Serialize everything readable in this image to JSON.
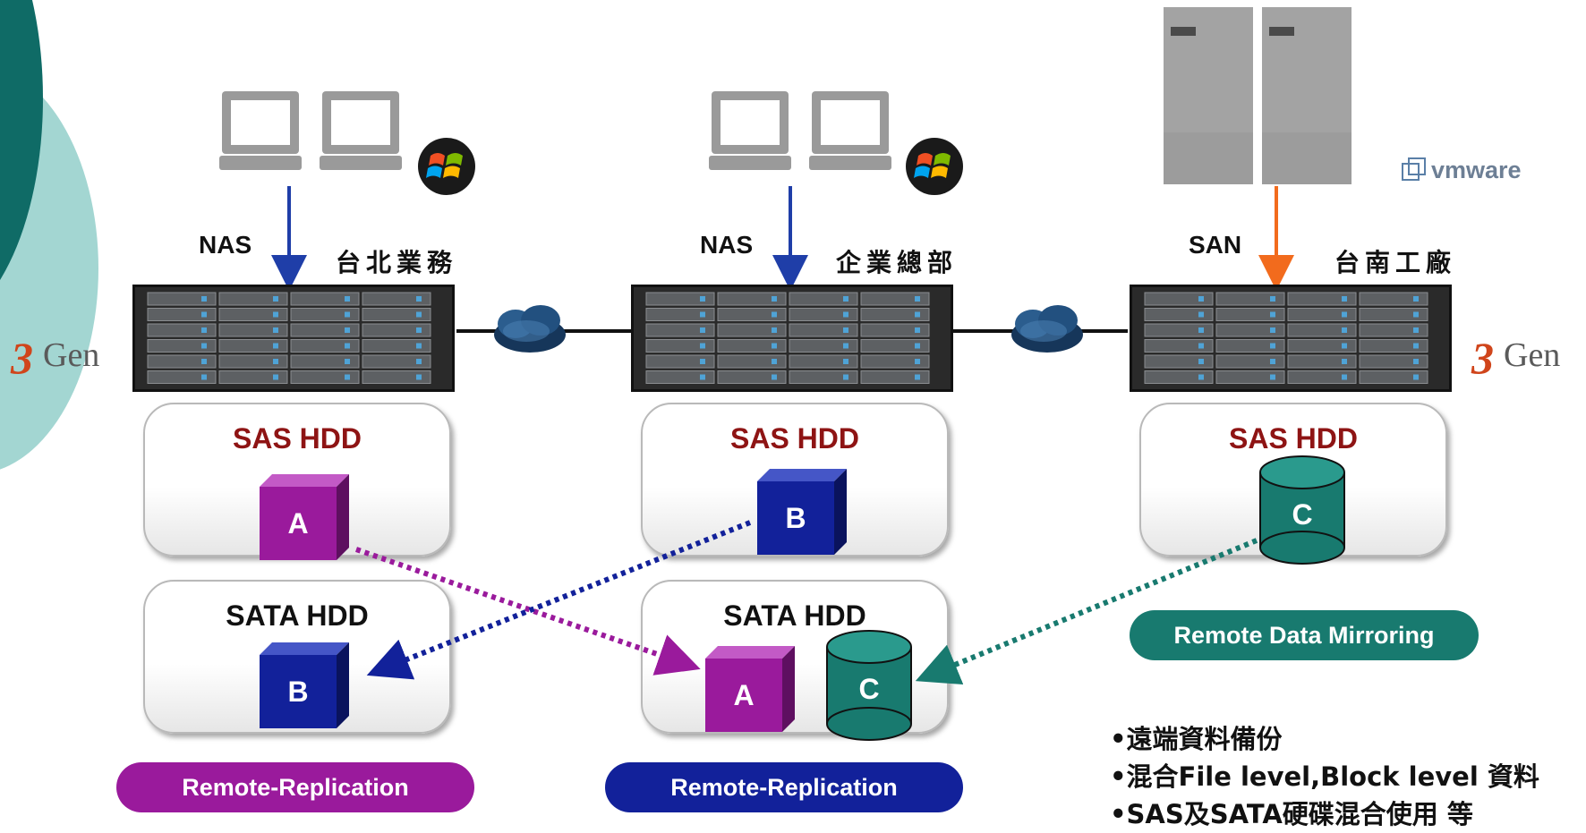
{
  "colors": {
    "teal_dark": "#0f6b66",
    "teal_light": "#9fd3cf",
    "purple": "#9a1a9c",
    "blue": "#12219a",
    "teal_block": "#187a6f",
    "dark_red": "#8e1414",
    "arrow_blue": "#1f3ea8",
    "arrow_orange": "#f26b1d"
  },
  "sites": [
    {
      "protocol": "NAS",
      "name": "台北業務",
      "client_icon": "windows-logo-icon"
    },
    {
      "protocol": "NAS",
      "name": "企業總部",
      "client_icon": "windows-logo-icon"
    },
    {
      "protocol": "SAN",
      "name": "台南工廠",
      "client_icon": "vmware-logo"
    }
  ],
  "vmware_logo": "vmware",
  "brand_logos": {
    "left": "Gen",
    "right": "Gen",
    "digit": "3"
  },
  "panels": {
    "sas_label": "SAS HDD",
    "sata_label": "SATA HDD"
  },
  "blocks": {
    "a": "A",
    "b": "B",
    "c": "C"
  },
  "pills": {
    "left": "Remote-Replication",
    "center": "Remote-Replication",
    "right": "Remote Data Mirroring"
  },
  "bullets": [
    "•遠端資料備份",
    "•混合File level,Block level 資料",
    "•SAS及SATA硬碟混合使用 等"
  ]
}
